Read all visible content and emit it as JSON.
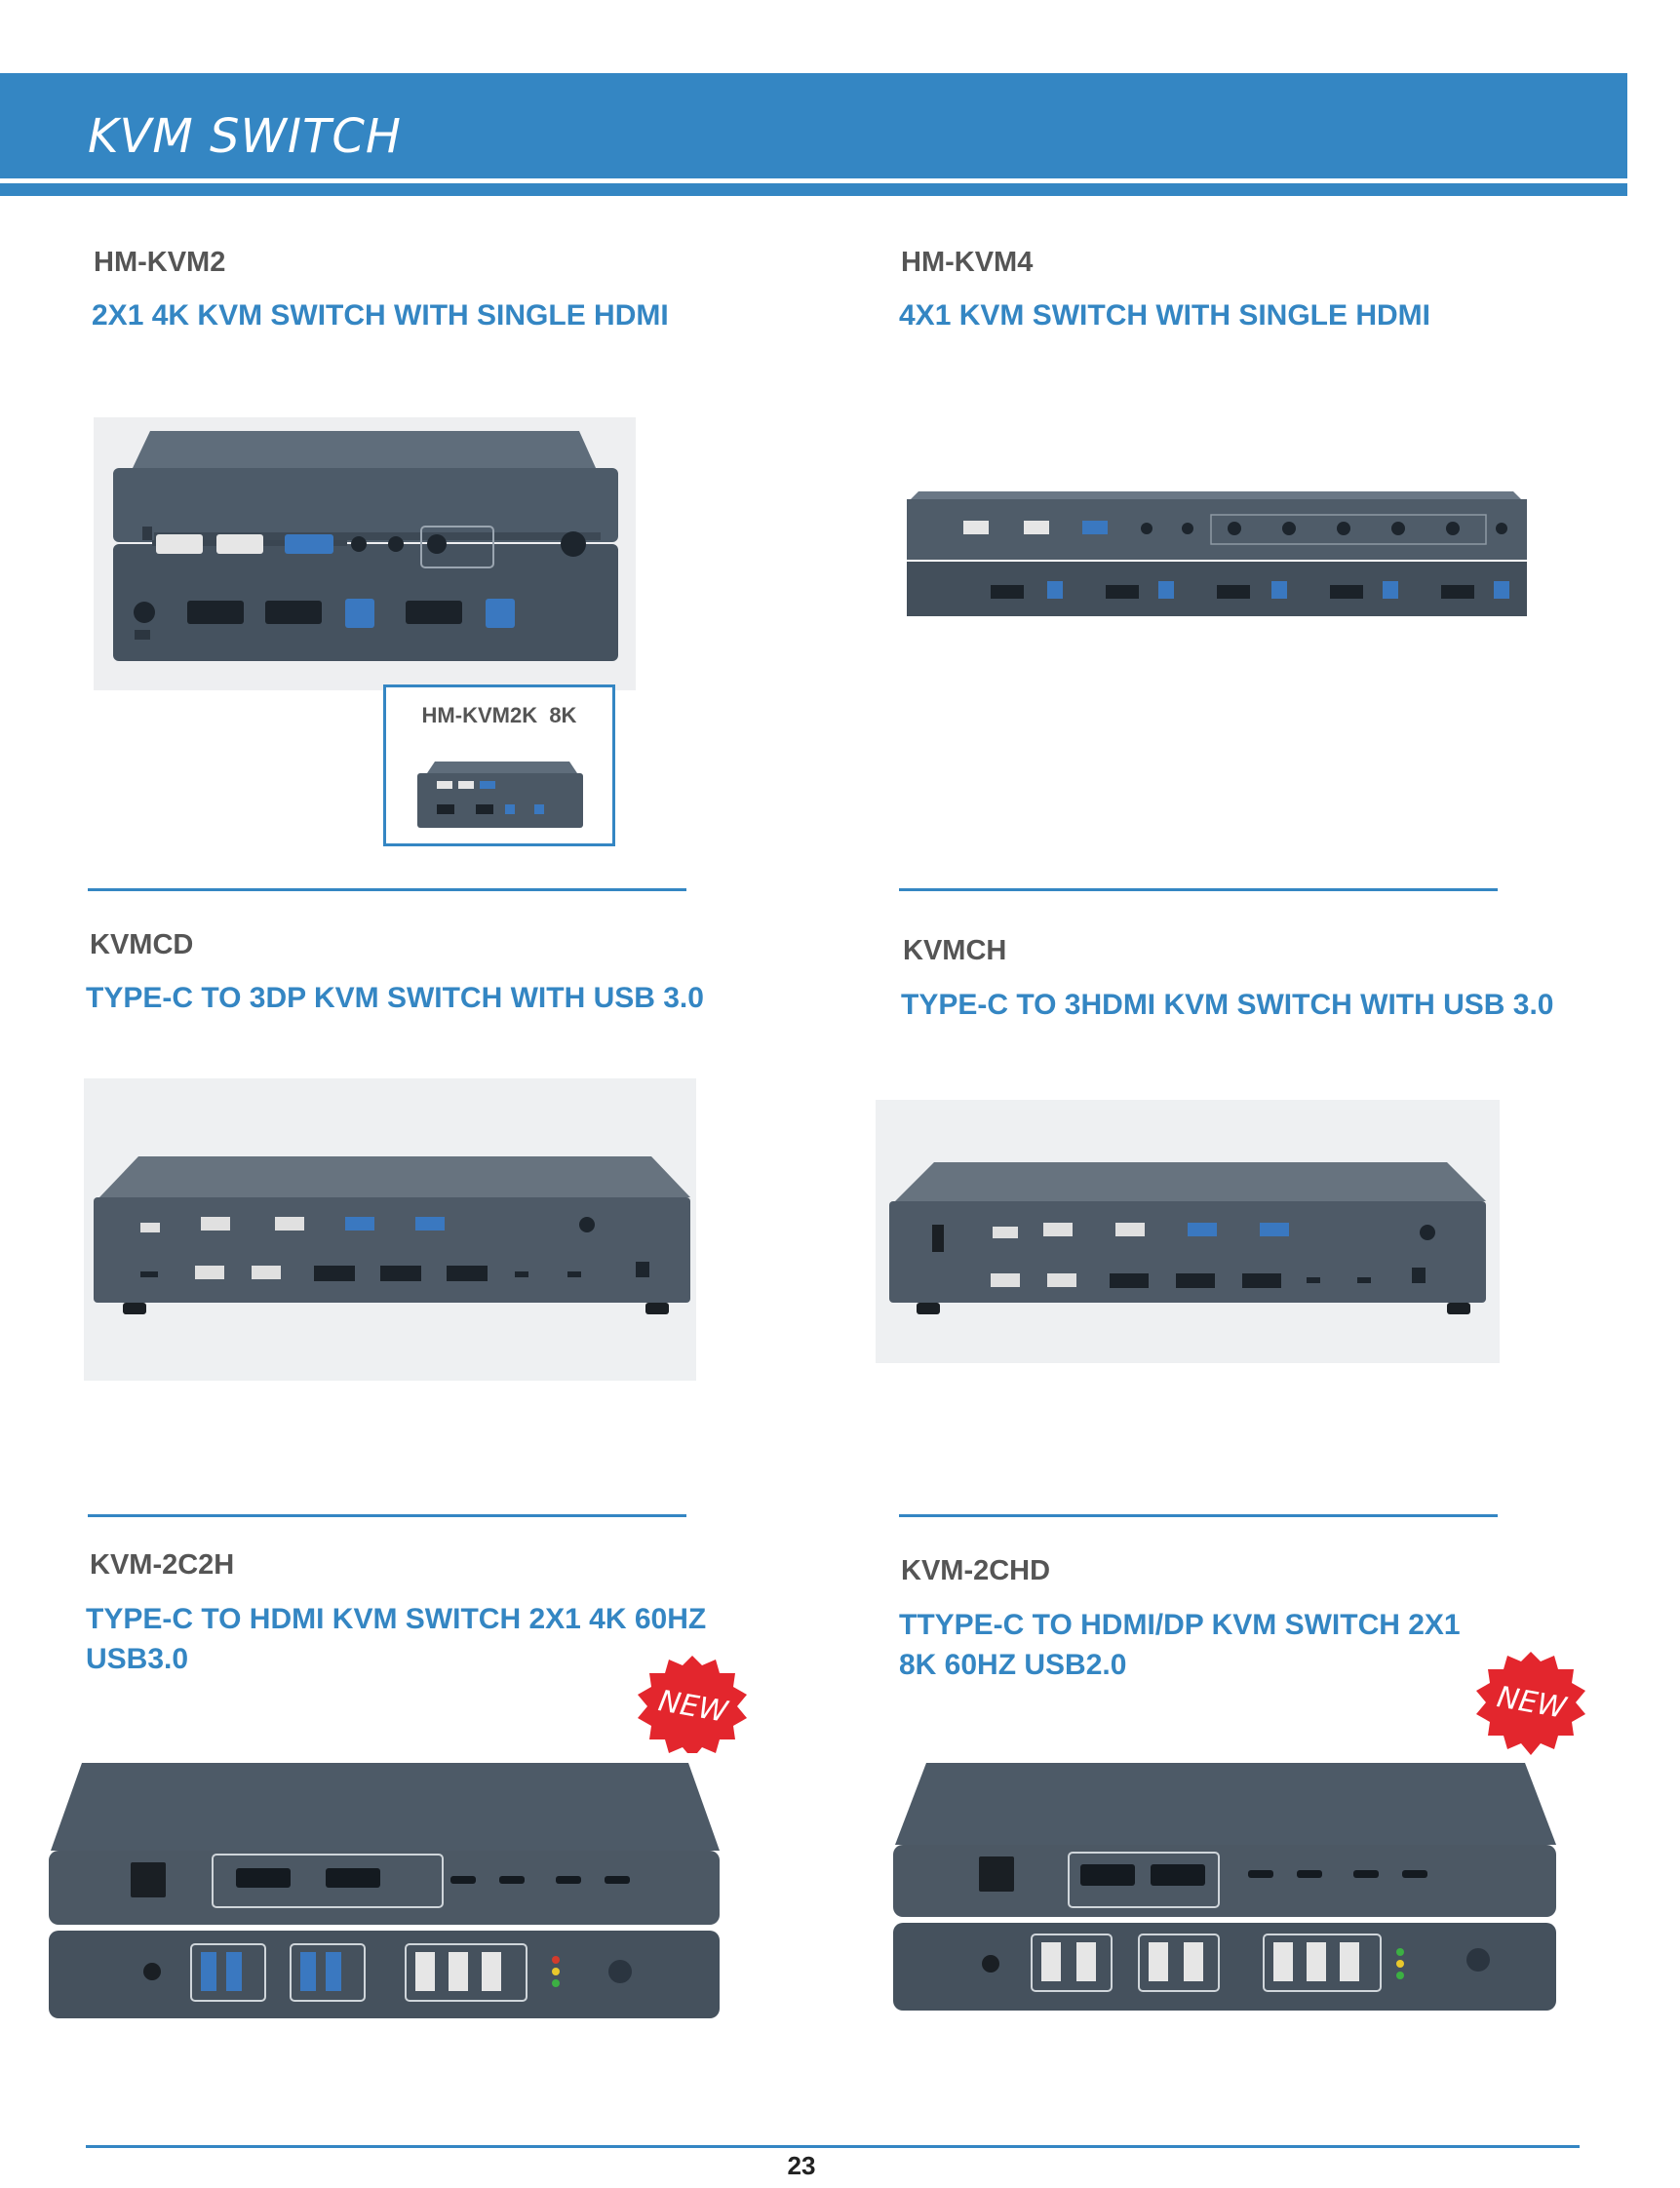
{
  "header": {
    "title": "KVM SWITCH"
  },
  "products": [
    {
      "model": "HM-KVM2",
      "title": "2X1 4K KVM SWITCH WITH SINGLE HDMI"
    },
    {
      "model": "HM-KVM4",
      "title": "4X1 KVM SWITCH WITH SINGLE HDMI"
    },
    {
      "model": "KVMCD",
      "title": "TYPE-C TO 3DP KVM SWITCH WITH USB 3.0"
    },
    {
      "model": "KVMCH",
      "title": "TYPE-C TO 3HDMI KVM SWITCH WITH USB 3.0"
    },
    {
      "model": "KVM-2C2H",
      "title_line1": "TYPE-C TO HDMI KVM SWITCH 2X1 4K 60HZ",
      "title_line2": "USB3.0",
      "badge": "NEW"
    },
    {
      "model": "KVM-2CHD",
      "title_line1": "TTYPE-C TO HDMI/DP KVM SWITCH 2X1",
      "title_line2": "8K 60HZ USB2.0",
      "badge": "NEW"
    }
  ],
  "inset": {
    "label": "HM-KVM2K  8K"
  },
  "page_number": "23",
  "colors": {
    "accent": "#3486c3",
    "model_text": "#555555",
    "device_body": "#4a5866",
    "badge_red": "#e3262d"
  }
}
